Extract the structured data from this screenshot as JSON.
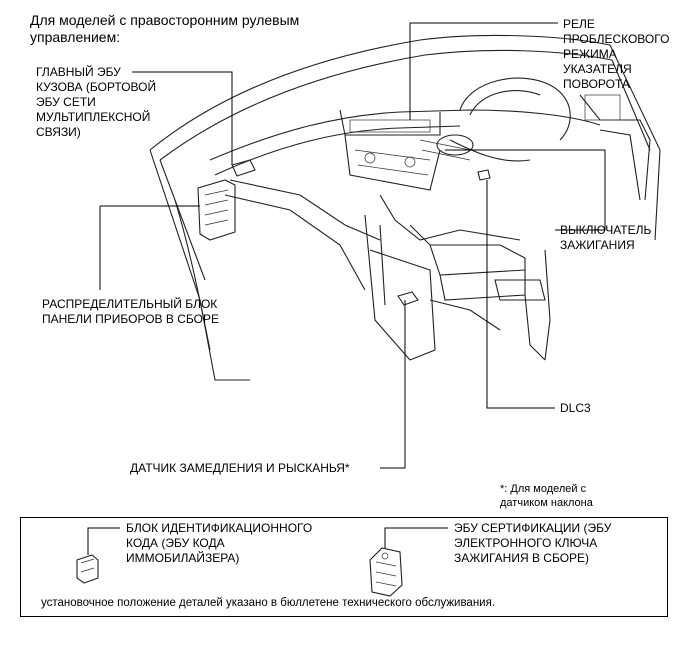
{
  "header": "Для моделей с правосторонним рулевым\nуправлением:",
  "labels": {
    "main_ecu": "ГЛАВНЫЙ ЭБУ\nКУЗОВА (БОРТОВОЙ\nЭБУ СЕТИ\nМУЛЬТИПЛЕКСНОЙ\nСВЯЗИ)",
    "flasher_relay": "РЕЛЕ\nПРОБЛЕСКОВОГО\nРЕЖИМА\nУКАЗАТЕЛЯ\nПОВОРОТА",
    "ignition_switch": "ВЫКЛЮЧАТЕЛЬ\nЗАЖИГАНИЯ",
    "junction_block": "РАСПРЕДЕЛИТЕЛЬНЫЙ БЛОК\nПАНЕЛИ ПРИБОРОВ В СБОРЕ",
    "dlc3": "DLC3",
    "yaw_sensor": "ДАТЧИК ЗАМЕДЛЕНИЯ И РЫСКАНЬЯ*",
    "footnote": "*: Для моделей с\nдатчиком наклона"
  },
  "box": {
    "transponder": "БЛОК ИДЕНТИФИКАЦИОННОГО\nКОДА (ЭБУ КОДА\nИММОБИЛАЙЗЕРА)",
    "cert_ecu": "ЭБУ СЕРТИФИКАЦИИ (ЭБУ\nЭЛЕКТРОННОГО КЛЮЧА\nЗАЖИГАНИЯ В СБОРЕ)",
    "note": "установочное положение деталей указано в бюллетене технического обслуживания."
  }
}
